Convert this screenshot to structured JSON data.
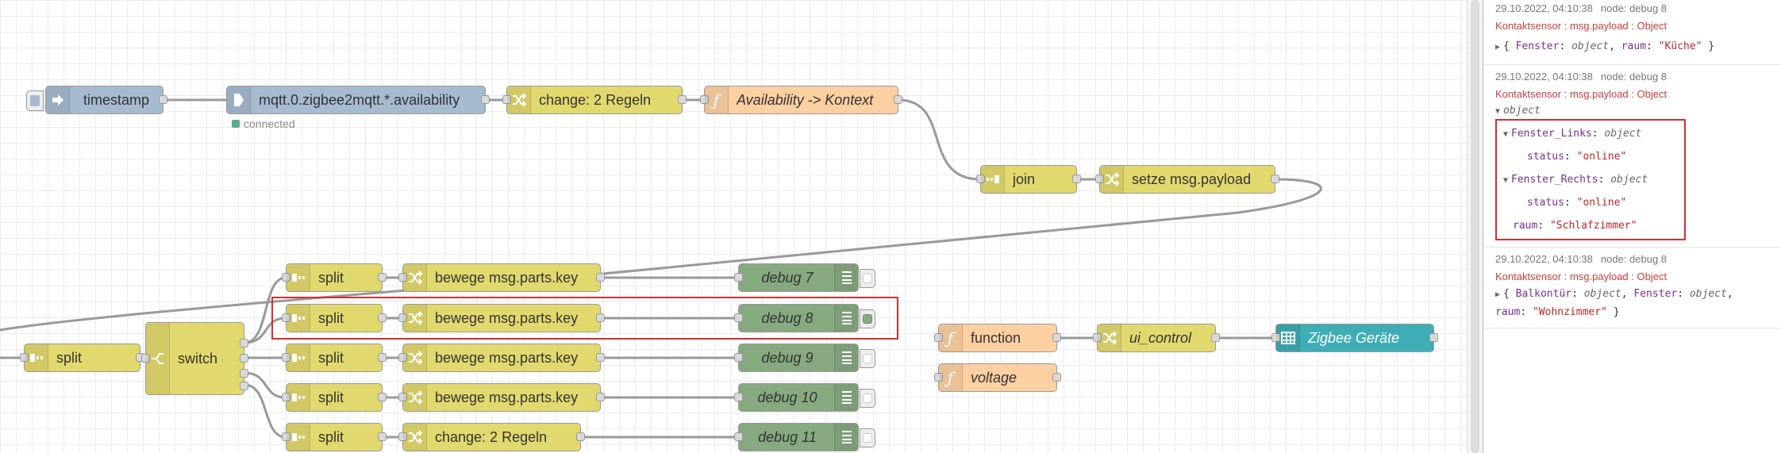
{
  "flow": {
    "inject": {
      "label": "timestamp"
    },
    "mqtt": {
      "label": "mqtt.0.zigbee2mqtt.*.availability",
      "status": "connected"
    },
    "change1": {
      "label": "change: 2 Regeln"
    },
    "func1": {
      "label": "Availability -> Kontext"
    },
    "join": {
      "label": "join"
    },
    "change2": {
      "label": "setze msg.payload"
    },
    "split_main": {
      "label": "split"
    },
    "switch": {
      "label": "switch"
    },
    "splits": [
      "split",
      "split",
      "split",
      "split",
      "split"
    ],
    "movers": [
      "bewege msg.parts.key",
      "bewege msg.parts.key",
      "bewege msg.parts.key",
      "bewege msg.parts.key",
      "change: 2 Regeln"
    ],
    "debugs": [
      "debug 7",
      "debug 8",
      "debug 9",
      "debug 10",
      "debug 11"
    ],
    "function": {
      "label": "function"
    },
    "voltage": {
      "label": "voltage"
    },
    "ui_control": {
      "label": "ui_control"
    },
    "zigbee": {
      "label": "Zigbee Geräte"
    }
  },
  "debug_sidebar": {
    "messages": [
      {
        "time": "29.10.2022, 04:10:38",
        "node": "node: debug 8",
        "topic": "Kontaktsensor : msg.payload : Object",
        "summary": "{ Fenster: object, raum: \"Küche\" }",
        "summary_parts": {
          "k1": "Fenster",
          "v1": "object",
          "k2": "raum",
          "v2": "\"Küche\""
        }
      },
      {
        "time": "29.10.2022, 04:10:38",
        "node": "node: debug 8",
        "topic": "Kontaktsensor : msg.payload : Object",
        "root_type": "object",
        "tree": {
          "k1": "Fenster_Links",
          "t1": "object",
          "k1a": "status",
          "v1a": "\"online\"",
          "k2": "Fenster_Rechts",
          "t2": "object",
          "k2a": "status",
          "v2a": "\"online\"",
          "k3": "raum",
          "v3": "\"Schlafzimmer\""
        }
      },
      {
        "time": "29.10.2022, 04:10:38",
        "node": "node: debug 8",
        "topic": "Kontaktsensor : msg.payload : Object",
        "summary_parts": {
          "k1": "Balkontür",
          "v1": "object",
          "k2": "Fenster",
          "v2": "object",
          "k3": "raum",
          "v3": "\"Wohnzimmer\""
        }
      }
    ]
  },
  "colors": {
    "highlight": "#d32f2f",
    "inject": "#a6bbcf",
    "change": "#e2d96e",
    "function": "#fdd0a2",
    "debug": "#87a980",
    "dashboard": "#3fadb5"
  }
}
